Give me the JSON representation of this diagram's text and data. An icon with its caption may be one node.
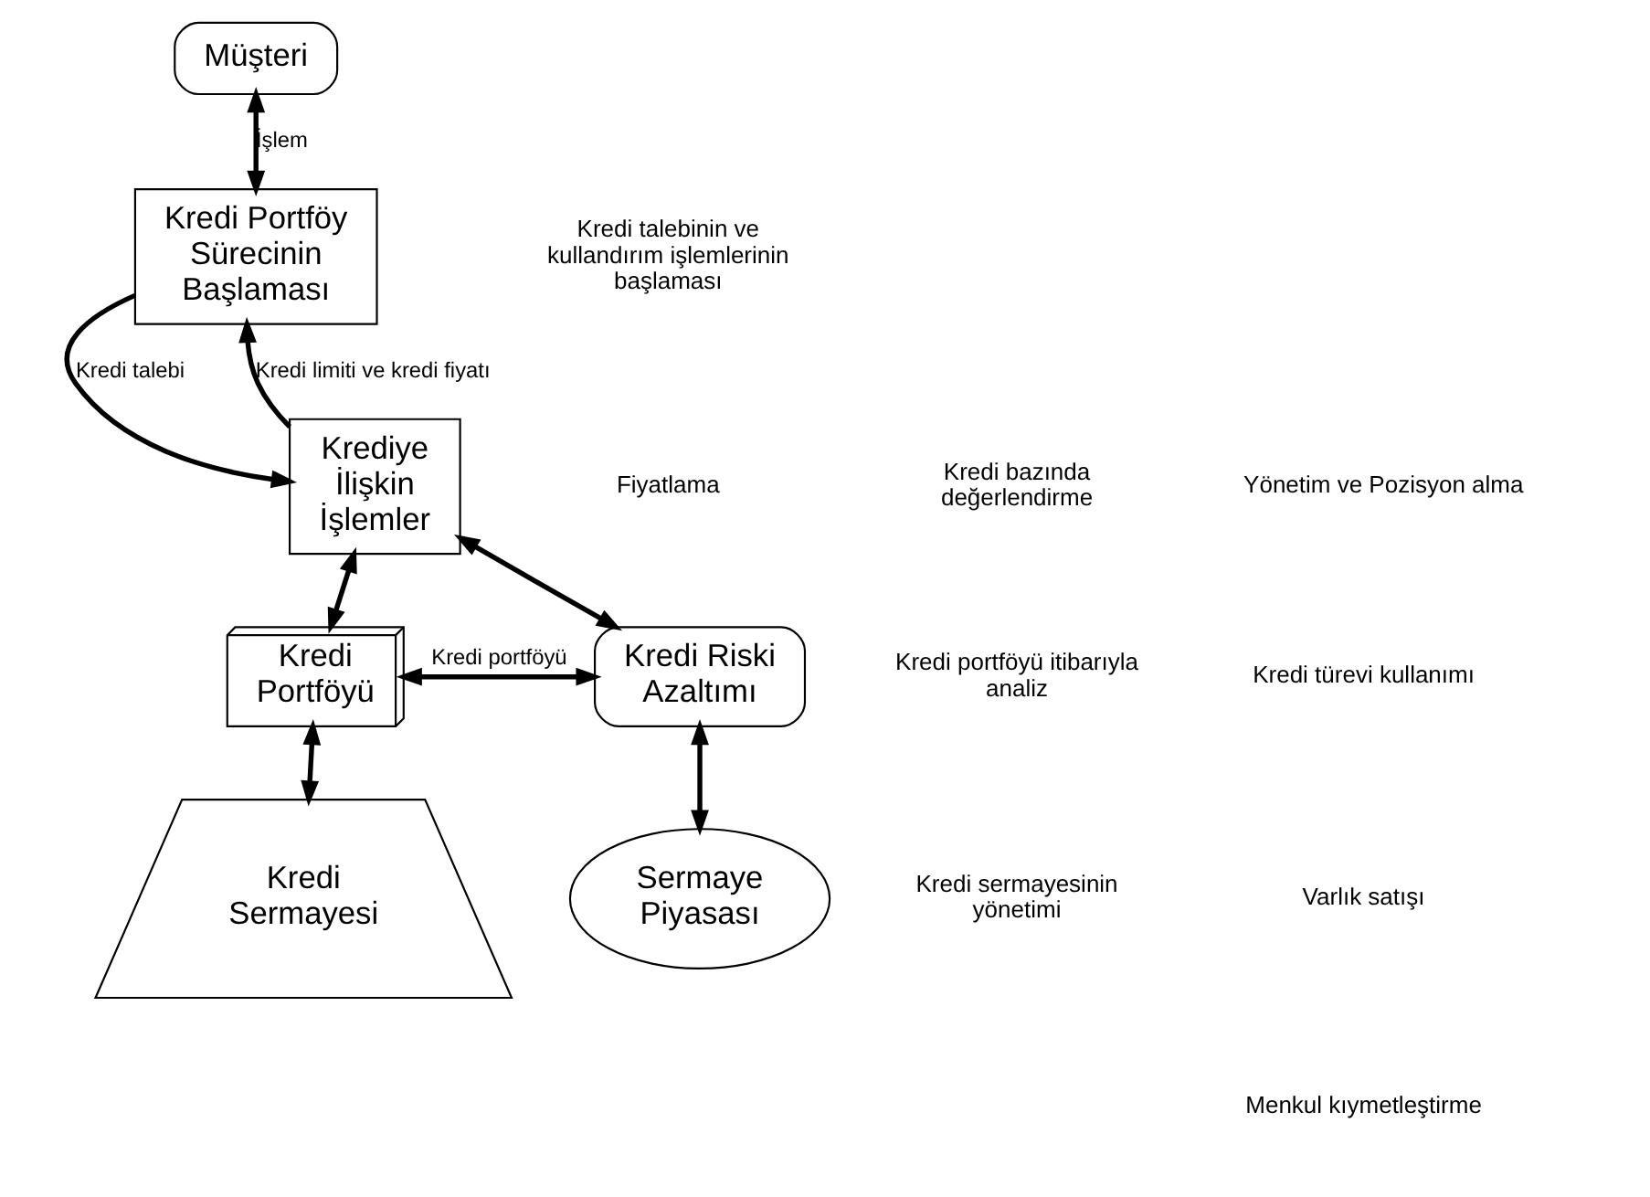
{
  "diagram": {
    "nodes": [
      {
        "text": [
          "Müşteri"
        ]
      },
      {
        "text": [
          "Kredi Portföy Sürecinin Başlaması"
        ]
      },
      {
        "text": [
          "Krediye İlişkin İşlemler"
        ]
      },
      {
        "text": [
          "Kredi Portföyü"
        ]
      },
      {
        "text": [
          "Kredi Riski Azaltımı"
        ]
      },
      {
        "text": [
          "Kredi Sermayesi"
        ]
      },
      {
        "text": [
          "Sermaye Piyasası"
        ]
      }
    ],
    "edges": [
      {
        "from": 0,
        "to": 1,
        "arrow": "both",
        "label": "İşlem"
      },
      {
        "from": 1,
        "to": 2,
        "arrow": "to",
        "label": "Kredi talebi"
      },
      {
        "from": 2,
        "to": 1,
        "arrow": "to",
        "label": "Kredi limiti ve kredi fiyatı"
      },
      {
        "from": 2,
        "to": 3,
        "arrow": "both"
      },
      {
        "from": 2,
        "to": 4,
        "arrow": "both"
      },
      {
        "from": 3,
        "to": 4,
        "arrow": "both",
        "label": "Kredi portföyü"
      },
      {
        "from": 3,
        "to": 5,
        "arrow": "both"
      },
      {
        "from": 4,
        "to": 6,
        "arrow": "both"
      }
    ],
    "labels": [
      "Kredi talebinin ve kullandırım işlemlerinin başlaması",
      "Fiyatlama",
      "Kredi bazında değerlendirme",
      "Kredi portföyü itibarıyla analiz",
      "Kredi sermayesinin yönetimi",
      "Kredi türevi kullanımı",
      "Varlık satışı",
      "Menkul kıymetleştirme",
      "Yönetim ve Pozisyon alma"
    ]
  }
}
